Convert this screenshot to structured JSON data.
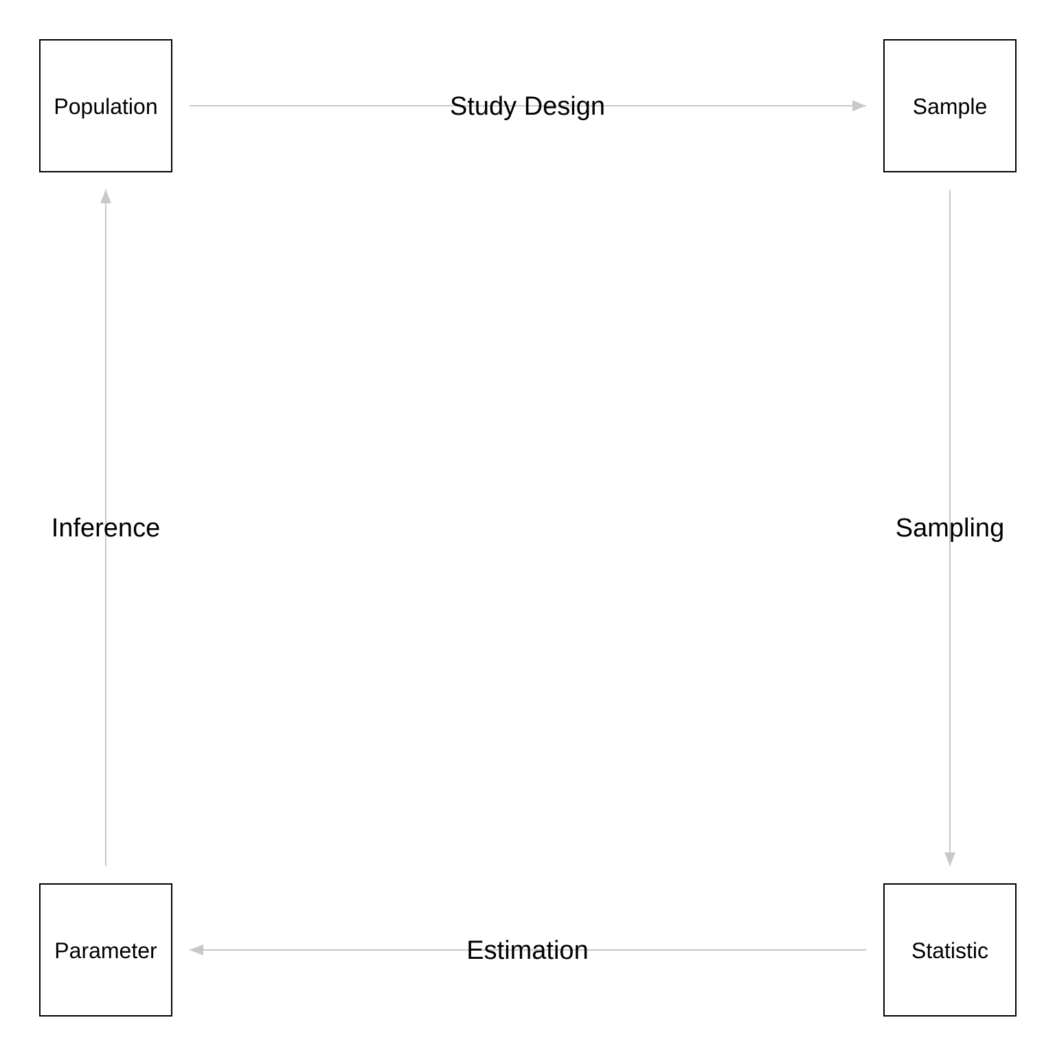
{
  "colors": {
    "node_border": "#000000",
    "node_fill": "#ffffff",
    "edge": "#c8c8c8",
    "text": "#000000"
  },
  "nodes": {
    "population": {
      "label": "Population"
    },
    "sample": {
      "label": "Sample"
    },
    "statistic": {
      "label": "Statistic"
    },
    "parameter": {
      "label": "Parameter"
    }
  },
  "edges": {
    "study_design": {
      "label": "Study Design",
      "from": "population",
      "to": "sample"
    },
    "sampling": {
      "label": "Sampling",
      "from": "sample",
      "to": "statistic"
    },
    "estimation": {
      "label": "Estimation",
      "from": "statistic",
      "to": "parameter"
    },
    "inference": {
      "label": "Inference",
      "from": "parameter",
      "to": "population"
    }
  }
}
